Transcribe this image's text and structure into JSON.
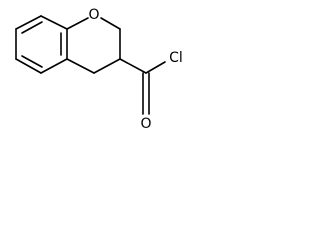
{
  "structure": {
    "atoms": {
      "ring_oxygen": "O",
      "carbonyl_oxygen": "O",
      "chlorine": "Cl"
    },
    "colors": {
      "bond": "#000000",
      "label": "#000000",
      "background": "#ffffff"
    }
  }
}
